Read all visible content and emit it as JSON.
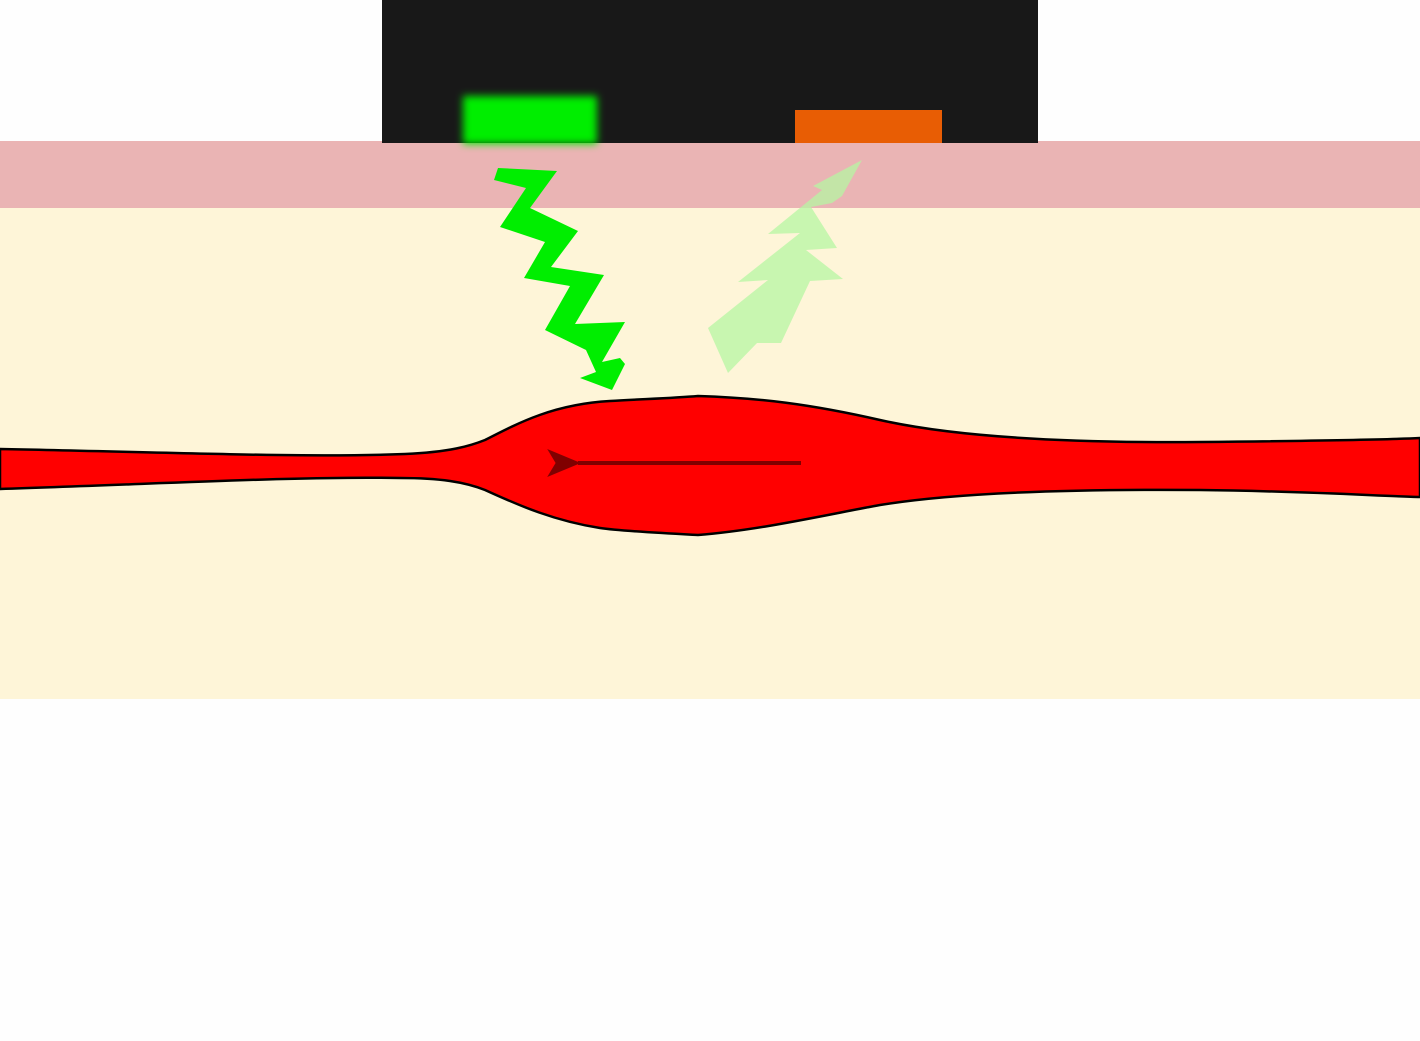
{
  "diagram": {
    "type": "wearable-optical-sensor-cross-section",
    "colors": {
      "page_background": "#fefefe",
      "sensor_body": "#181818",
      "emitter_led": "#00ee00",
      "photodetector": "#e85d04",
      "epidermis_layer": "#eab4b4",
      "tissue_layer": "#fef5d8",
      "blood_vessel": "#ff0000",
      "vessel_outline": "#000000",
      "flow_arrow": "#800000",
      "incident_light": "#00ee00",
      "reflected_light": "#b6f5a3"
    },
    "components": [
      {
        "id": "sensor-housing",
        "icon": "black-rectangle"
      },
      {
        "id": "emitter-led",
        "icon": "glowing-green-rectangle"
      },
      {
        "id": "photodetector",
        "icon": "orange-rectangle"
      },
      {
        "id": "skin-layer",
        "icon": "pink-band"
      },
      {
        "id": "tissue-layer",
        "icon": "cream-band"
      },
      {
        "id": "blood-vessel",
        "icon": "red-tapered-vessel"
      },
      {
        "id": "flow-arrow",
        "icon": "left-pointing-arrow"
      },
      {
        "id": "incident-light",
        "icon": "green-zigzag-arrow-down"
      },
      {
        "id": "reflected-light",
        "icon": "pale-green-zigzag-arrow-up"
      }
    ]
  }
}
